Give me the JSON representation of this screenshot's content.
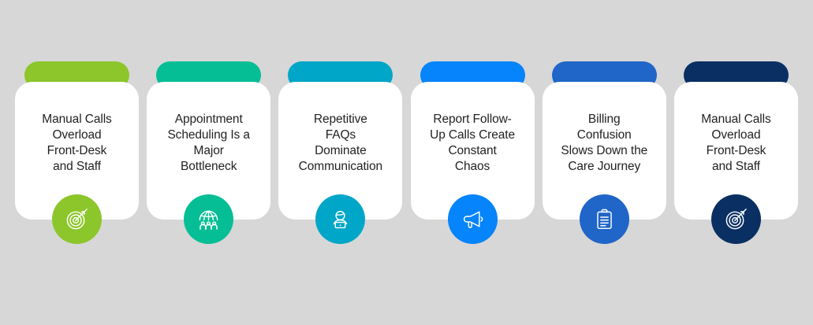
{
  "background_color": "#d7d7d7",
  "cards": [
    {
      "title": "Manual Calls\nOverload\nFront-Desk\nand Staff",
      "color": "#8cc62b",
      "icon": "target-arrow-icon"
    },
    {
      "title": "Appointment\nScheduling Is a\nMajor\nBottleneck",
      "color": "#06be95",
      "icon": "globe-people-icon"
    },
    {
      "title": "Repetitive\nFAQs\nDominate\nCommunication",
      "color": "#00a6c8",
      "icon": "person-laptop-icon"
    },
    {
      "title": "Report Follow-\nUp Calls Create\nConstant\nChaos",
      "color": "#0584fb",
      "icon": "megaphone-icon"
    },
    {
      "title": "Billing\nConfusion\nSlows Down the\nCare Journey",
      "color": "#2065c8",
      "icon": "clipboard-icon"
    },
    {
      "title": "Manual Calls\nOverload\nFront-Desk\nand Staff",
      "color": "#0a2f62",
      "icon": "target-arrow-icon"
    }
  ]
}
